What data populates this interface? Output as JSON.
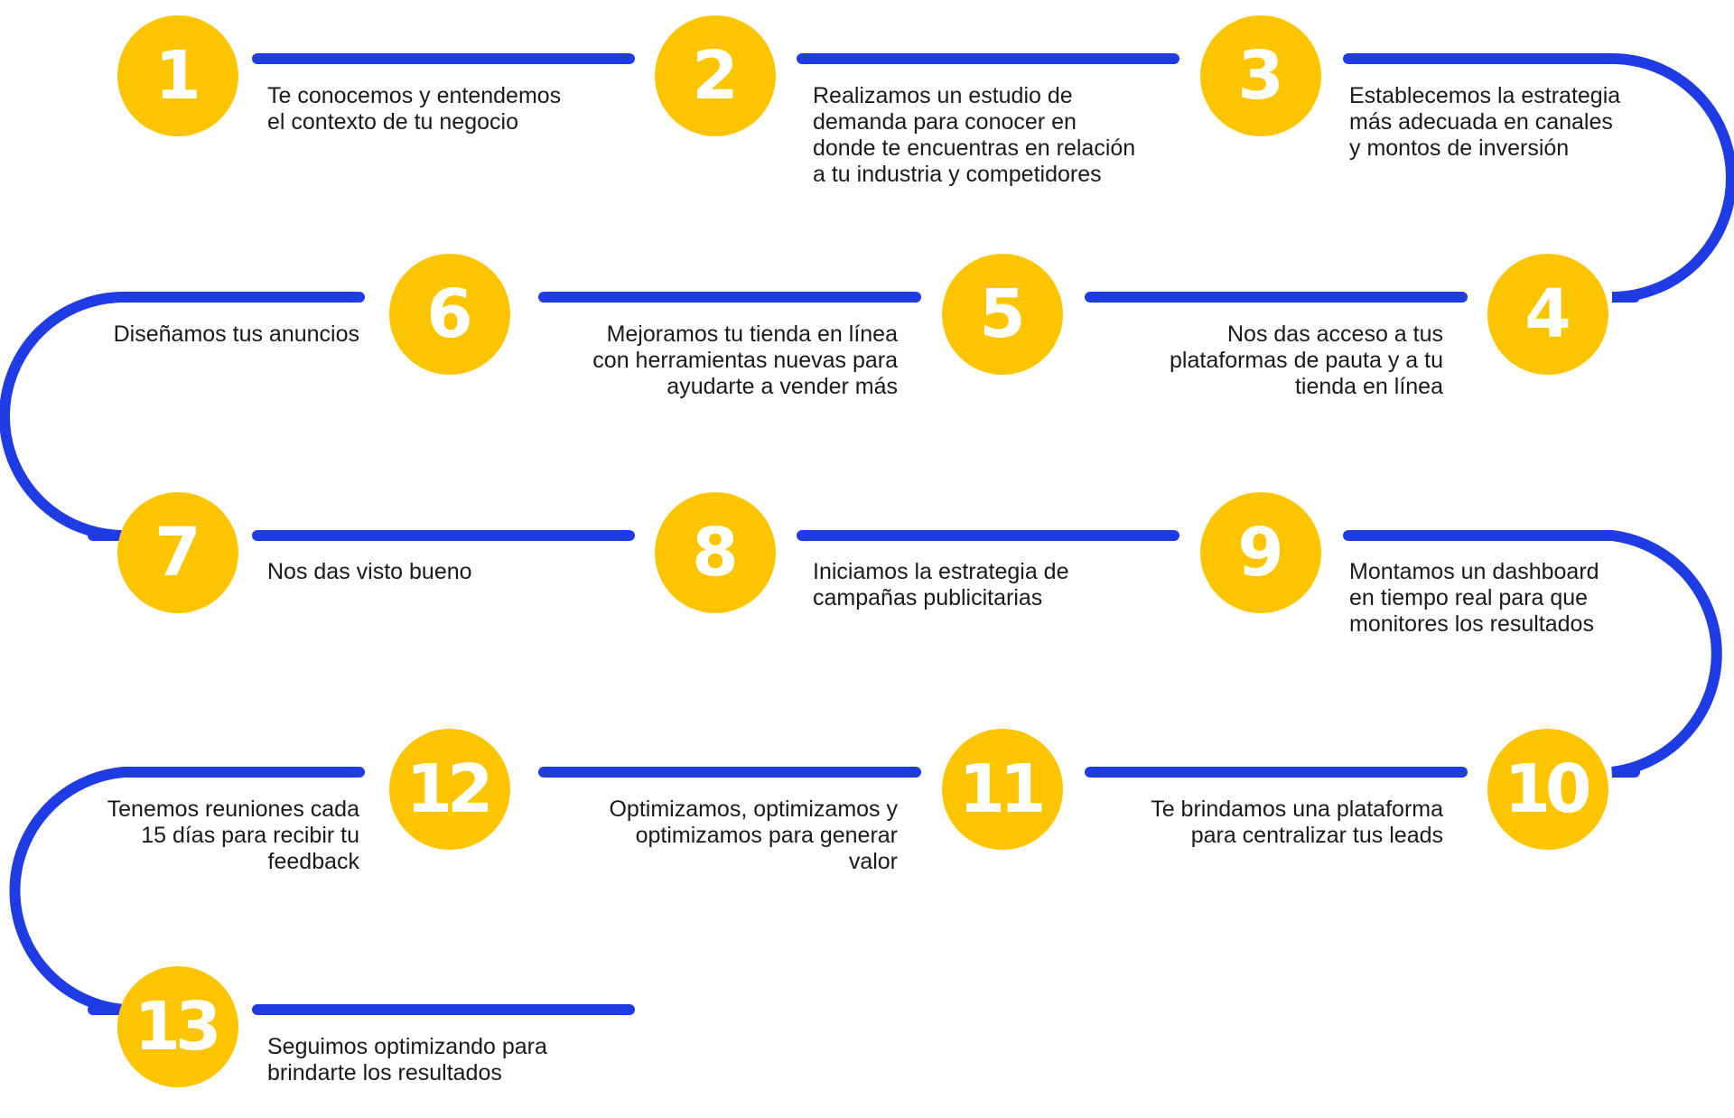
{
  "colors": {
    "accent": "#fdc500",
    "connector": "#1f3be3",
    "text": "#1a1a1a",
    "number": "#ffffff"
  },
  "steps": [
    {
      "number": "1",
      "text": "Te conocemos y entendemos\nel contexto de tu negocio"
    },
    {
      "number": "2",
      "text": "Realizamos un estudio de\ndemanda para conocer en\ndonde te encuentras en relación\na tu industria y competidores"
    },
    {
      "number": "3",
      "text": "Establecemos la estrategia\nmás adecuada en canales\ny montos de inversión"
    },
    {
      "number": "4",
      "text": "Nos das acceso a tus\nplataformas de pauta y a tu\ntienda en línea"
    },
    {
      "number": "5",
      "text": "Mejoramos tu tienda en línea\ncon herramientas nuevas para\nayudarte a vender más"
    },
    {
      "number": "6",
      "text": "Diseñamos tus anuncios"
    },
    {
      "number": "7",
      "text": "Nos das visto bueno"
    },
    {
      "number": "8",
      "text": "Iniciamos la estrategia de\ncampañas publicitarias"
    },
    {
      "number": "9",
      "text": "Montamos un dashboard\nen tiempo real para que\nmonitores los resultados"
    },
    {
      "number": "10",
      "text": "Te brindamos una plataforma\npara centralizar tus leads"
    },
    {
      "number": "11",
      "text": "Optimizamos, optimizamos y\noptimizamos para generar\nvalor"
    },
    {
      "number": "12",
      "text": "Tenemos reuniones cada\n15 días para recibir tu\nfeedback"
    },
    {
      "number": "13",
      "text": "Seguimos optimizando para\nbrindarte los resultados"
    }
  ]
}
